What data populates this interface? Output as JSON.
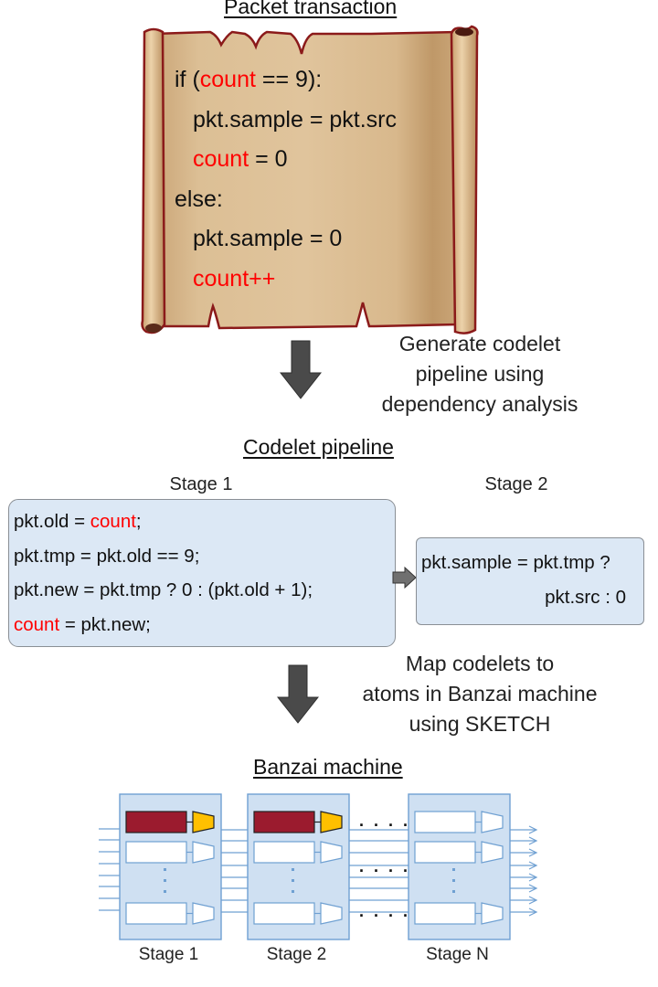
{
  "packet_transaction": {
    "title": "Packet transaction",
    "code": [
      {
        "indent": 0,
        "parts": [
          {
            "text": "if (",
            "hl": false
          },
          {
            "text": "count",
            "hl": true
          },
          {
            "text": " == 9):",
            "hl": false
          }
        ]
      },
      {
        "indent": 1,
        "parts": [
          {
            "text": "pkt.sample = pkt.src",
            "hl": false
          }
        ]
      },
      {
        "indent": 1,
        "parts": [
          {
            "text": "count",
            "hl": true
          },
          {
            "text": " = 0",
            "hl": false
          }
        ]
      },
      {
        "indent": 0,
        "parts": [
          {
            "text": "else:",
            "hl": false
          }
        ]
      },
      {
        "indent": 1,
        "parts": [
          {
            "text": "pkt.sample = 0",
            "hl": false
          }
        ]
      },
      {
        "indent": 1,
        "parts": [
          {
            "text": "count++",
            "hl": true
          }
        ]
      }
    ]
  },
  "step1": {
    "caption_lines": [
      "Generate codelet",
      "pipeline using",
      "dependency analysis"
    ]
  },
  "codelet_pipeline": {
    "title": "Codelet pipeline",
    "stages": [
      {
        "label": "Stage 1",
        "code": [
          [
            {
              "text": "pkt.old = ",
              "hl": false
            },
            {
              "text": "count",
              "hl": true
            },
            {
              "text": ";",
              "hl": false
            }
          ],
          [
            {
              "text": "pkt.tmp = pkt.old == 9;",
              "hl": false
            }
          ],
          [
            {
              "text": "pkt.new = pkt.tmp ? 0 : (pkt.old + 1);",
              "hl": false
            }
          ],
          [
            {
              "text": "count",
              "hl": true
            },
            {
              "text": " = pkt.new;",
              "hl": false
            }
          ]
        ]
      },
      {
        "label": "Stage 2",
        "code": [
          [
            {
              "text": "pkt.sample = pkt.tmp ?",
              "hl": false
            }
          ],
          [
            {
              "text": "pkt.src : 0",
              "hl": false
            }
          ]
        ]
      }
    ]
  },
  "step2": {
    "caption_lines": [
      "Map codelets to",
      "atoms in Banzai machine",
      "using SKETCH"
    ]
  },
  "banzai_machine": {
    "title": "Banzai machine",
    "stages": [
      {
        "label": "Stage 1",
        "stateful_atom": true
      },
      {
        "label": "Stage 2",
        "stateful_atom": true
      },
      {
        "label": "Stage N",
        "stateful_atom": false
      }
    ],
    "ellipsis": ". . . . .",
    "vertical_ellipsis": "⋮"
  },
  "colors": {
    "highlight": "#ff0000",
    "scroll_fill": "#dcbf95",
    "scroll_border": "#8b1a1a",
    "codebox_fill": "#dce8f5",
    "stage_fill": "#cfe0f2",
    "stage_border": "#6fa0d2",
    "stateful_atom": "#9b1b2e",
    "mux_highlight": "#ffc000",
    "arrow": "#4a4a4a"
  }
}
